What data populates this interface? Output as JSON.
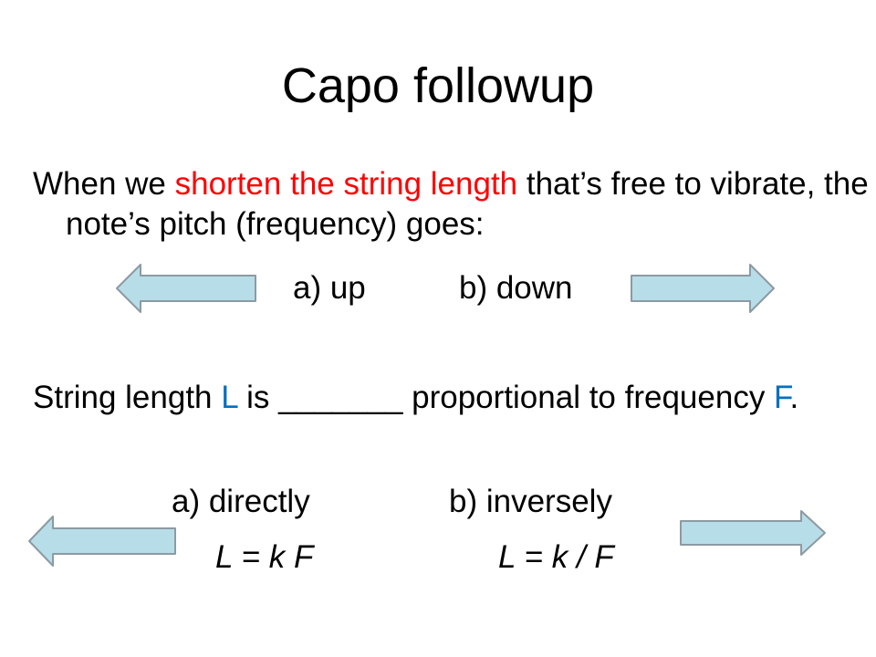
{
  "title": "Capo followup",
  "q1": {
    "part1": "When we ",
    "highlight": "shorten the string length",
    "part2": " that’s free to vibrate, the note’s pitch (frequency) goes:",
    "option_a": "a) up",
    "option_b": "b) down"
  },
  "q2": {
    "part1": "String length ",
    "var_L": "L",
    "part2": " is _______ proportional to frequency ",
    "var_F": "F",
    "part3": ".",
    "option_a": "a) directly",
    "option_b": "b) inversely",
    "formula_a": "L = k F",
    "formula_b": "L = k / F"
  },
  "colors": {
    "highlight": "#ff0000",
    "variable": "#0070c0",
    "arrow_fill": "#b7dde8",
    "arrow_stroke": "#8c9aa3"
  },
  "icons": {
    "q1_left": "left-arrow-icon",
    "q1_right": "right-arrow-icon",
    "q2_left": "left-arrow-icon",
    "q2_right": "right-arrow-icon"
  }
}
